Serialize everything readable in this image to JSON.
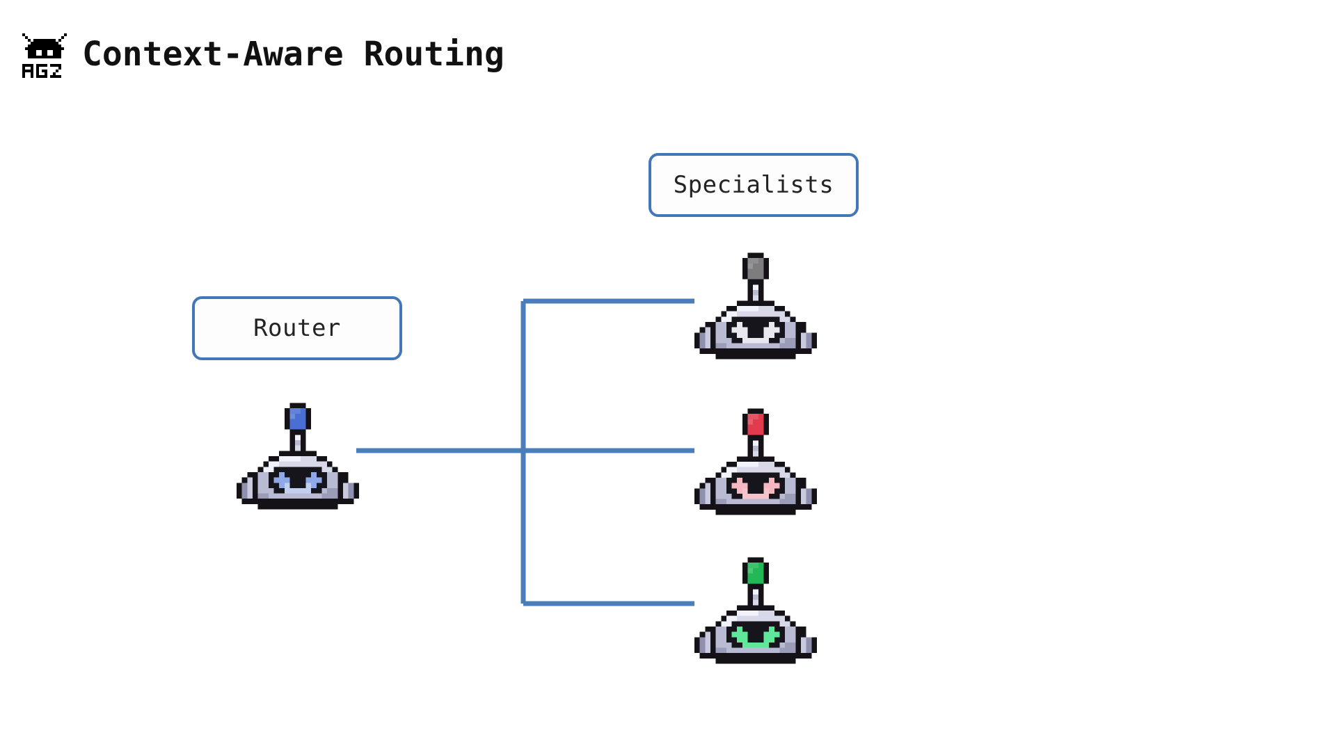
{
  "header": {
    "logo_name": "ag2-logo",
    "logo_text": "AG2",
    "title": "Context-Aware Routing"
  },
  "theme": {
    "background": "#ffffff",
    "accent_blue": "#4277b8",
    "line_blue": "#4a7ebb",
    "box_fill": "#fdfdfd",
    "text_color": "#232323",
    "title_color": "#111111"
  },
  "diagram": {
    "type": "routing-topology",
    "nodes": [
      {
        "id": "router",
        "label": "Router",
        "role": "router",
        "icon": "robot-icon",
        "accent": "#4a6fd4",
        "eye_color": "#8fa8e8",
        "mouth_color": "#c3cfef"
      },
      {
        "id": "specialists",
        "label": "Specialists",
        "role": "group-label"
      }
    ],
    "specialists": [
      {
        "id": "specialist-1",
        "icon": "robot-icon",
        "accent": "#7d7d7d",
        "eye_color": "#e8e8ee",
        "mouth_color": "#e8e8ee"
      },
      {
        "id": "specialist-2",
        "icon": "robot-icon",
        "accent": "#e23b4e",
        "eye_color": "#f5b8c0",
        "mouth_color": "#f7c3cb"
      },
      {
        "id": "specialist-3",
        "icon": "robot-icon",
        "accent": "#23b857",
        "eye_color": "#5fe89a",
        "mouth_color": "#5fe89a"
      }
    ],
    "edges": [
      {
        "from": "router",
        "to": "specialist-1"
      },
      {
        "from": "router",
        "to": "specialist-2"
      },
      {
        "from": "router",
        "to": "specialist-3"
      }
    ]
  }
}
